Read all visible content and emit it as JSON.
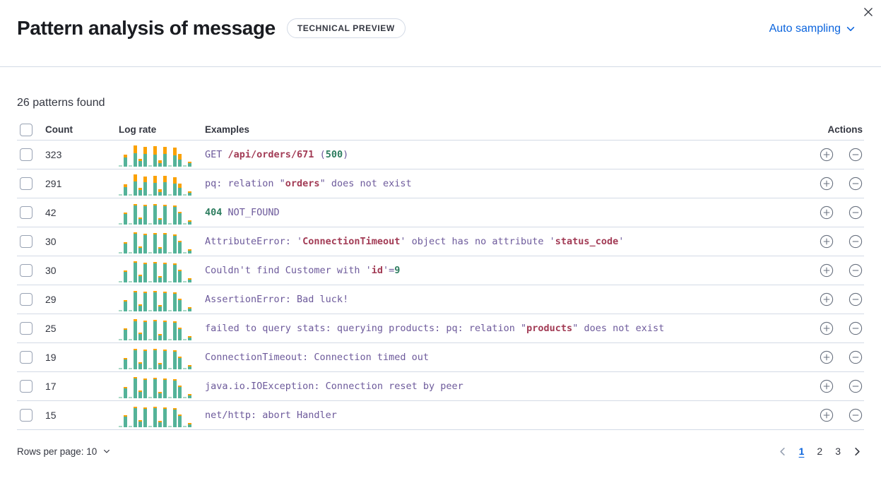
{
  "header": {
    "title": "Pattern analysis of message",
    "badge": "TECHNICAL PREVIEW",
    "sampling_label": "Auto sampling"
  },
  "summary": "26 patterns found",
  "table": {
    "columns": {
      "count": "Count",
      "log_rate": "Log rate",
      "examples": "Examples",
      "actions": "Actions"
    },
    "rows": [
      {
        "count": "323",
        "bars": [
          [
            0.05,
            0
          ],
          [
            0.55,
            0.22
          ],
          [
            0.05,
            0
          ],
          [
            1.0,
            0.38
          ],
          [
            0.36,
            0.3
          ],
          [
            0.93,
            0.36
          ],
          [
            0.06,
            0
          ],
          [
            0.96,
            0.4
          ],
          [
            0.3,
            0.45
          ],
          [
            0.94,
            0.36
          ],
          [
            0.05,
            0
          ],
          [
            0.9,
            0.42
          ],
          [
            0.6,
            0.42
          ],
          [
            0.06,
            0
          ],
          [
            0.22,
            0.35
          ]
        ],
        "example": [
          [
            "GET ",
            "p"
          ],
          [
            "/api/orders/671",
            "r"
          ],
          [
            " (",
            "p"
          ],
          [
            "500",
            "g"
          ],
          [
            ")",
            "p"
          ]
        ]
      },
      {
        "count": "291",
        "bars": [
          [
            0.05,
            0
          ],
          [
            0.52,
            0.25
          ],
          [
            0.05,
            0
          ],
          [
            1.0,
            0.34
          ],
          [
            0.38,
            0.26
          ],
          [
            0.9,
            0.3
          ],
          [
            0.06,
            0
          ],
          [
            0.94,
            0.36
          ],
          [
            0.3,
            0.4
          ],
          [
            0.92,
            0.32
          ],
          [
            0.05,
            0
          ],
          [
            0.88,
            0.36
          ],
          [
            0.58,
            0.38
          ],
          [
            0.06,
            0
          ],
          [
            0.2,
            0.3
          ]
        ],
        "example": [
          [
            "pq: relation \"",
            "p"
          ],
          [
            "orders",
            "r"
          ],
          [
            "\" does not exist",
            "p"
          ]
        ]
      },
      {
        "count": "42",
        "bars": [
          [
            0.06,
            0
          ],
          [
            0.55,
            0.07
          ],
          [
            0.05,
            0
          ],
          [
            0.98,
            0.04
          ],
          [
            0.33,
            0.06
          ],
          [
            0.92,
            0.04
          ],
          [
            0.06,
            0
          ],
          [
            0.95,
            0.05
          ],
          [
            0.3,
            0.08
          ],
          [
            0.93,
            0.04
          ],
          [
            0.05,
            0
          ],
          [
            0.9,
            0.05
          ],
          [
            0.6,
            0.07
          ],
          [
            0.05,
            0
          ],
          [
            0.2,
            0.12
          ]
        ],
        "example": [
          [
            "404",
            "g"
          ],
          [
            " NOT_FOUND",
            "p"
          ]
        ]
      },
      {
        "count": "30",
        "bars": [
          [
            0.05,
            0
          ],
          [
            0.53,
            0.06
          ],
          [
            0.05,
            0
          ],
          [
            1.0,
            0.04
          ],
          [
            0.34,
            0.05
          ],
          [
            0.94,
            0.04
          ],
          [
            0.06,
            0
          ],
          [
            0.97,
            0.04
          ],
          [
            0.31,
            0.07
          ],
          [
            0.95,
            0.04
          ],
          [
            0.05,
            0
          ],
          [
            0.91,
            0.04
          ],
          [
            0.61,
            0.06
          ],
          [
            0.05,
            0
          ],
          [
            0.21,
            0.1
          ]
        ],
        "example": [
          [
            "AttributeError: '",
            "p"
          ],
          [
            "ConnectionTimeout",
            "r"
          ],
          [
            "' object has no attribute '",
            "p"
          ],
          [
            "status_code",
            "r"
          ],
          [
            "'",
            "p"
          ]
        ]
      },
      {
        "count": "30",
        "bars": [
          [
            0.05,
            0
          ],
          [
            0.55,
            0.12
          ],
          [
            0.05,
            0
          ],
          [
            0.99,
            0.06
          ],
          [
            0.35,
            0.06
          ],
          [
            0.92,
            0.05
          ],
          [
            0.06,
            0
          ],
          [
            0.96,
            0.05
          ],
          [
            0.3,
            0.08
          ],
          [
            0.93,
            0.05
          ],
          [
            0.05,
            0
          ],
          [
            0.89,
            0.05
          ],
          [
            0.59,
            0.07
          ],
          [
            0.05,
            0
          ],
          [
            0.2,
            0.1
          ]
        ],
        "example": [
          [
            "Couldn't find Customer with '",
            "p"
          ],
          [
            "id",
            "r"
          ],
          [
            "'=",
            "p"
          ],
          [
            "9",
            "g"
          ]
        ]
      },
      {
        "count": "29",
        "bars": [
          [
            0.05,
            0
          ],
          [
            0.54,
            0.07
          ],
          [
            0.05,
            0
          ],
          [
            0.97,
            0.05
          ],
          [
            0.34,
            0.06
          ],
          [
            0.93,
            0.05
          ],
          [
            0.06,
            0
          ],
          [
            0.95,
            0.06
          ],
          [
            0.31,
            0.07
          ],
          [
            0.94,
            0.05
          ],
          [
            0.05,
            0
          ],
          [
            0.9,
            0.05
          ],
          [
            0.6,
            0.06
          ],
          [
            0.05,
            0
          ],
          [
            0.21,
            0.09
          ]
        ],
        "example": [
          [
            "AssertionError: Bad luck!",
            "p"
          ]
        ]
      },
      {
        "count": "25",
        "bars": [
          [
            0.05,
            0
          ],
          [
            0.55,
            0.08
          ],
          [
            0.05,
            0
          ],
          [
            1.0,
            0.1
          ],
          [
            0.35,
            0.06
          ],
          [
            0.92,
            0.05
          ],
          [
            0.06,
            0
          ],
          [
            0.96,
            0.05
          ],
          [
            0.3,
            0.07
          ],
          [
            0.93,
            0.05
          ],
          [
            0.05,
            0
          ],
          [
            0.9,
            0.05
          ],
          [
            0.61,
            0.06
          ],
          [
            0.05,
            0
          ],
          [
            0.2,
            0.1
          ]
        ],
        "example": [
          [
            "failed to query stats: querying products: pq: relation \"",
            "p"
          ],
          [
            "products",
            "r"
          ],
          [
            "\" does not exist",
            "p"
          ]
        ]
      },
      {
        "count": "19",
        "bars": [
          [
            0.05,
            0
          ],
          [
            0.53,
            0.07
          ],
          [
            0.05,
            0
          ],
          [
            0.98,
            0.05
          ],
          [
            0.34,
            0.06
          ],
          [
            0.93,
            0.05
          ],
          [
            0.06,
            0
          ],
          [
            0.95,
            0.06
          ],
          [
            0.31,
            0.08
          ],
          [
            0.94,
            0.05
          ],
          [
            0.05,
            0
          ],
          [
            0.89,
            0.05
          ],
          [
            0.59,
            0.07
          ],
          [
            0.05,
            0
          ],
          [
            0.21,
            0.11
          ]
        ],
        "example": [
          [
            "ConnectionTimeout: Connection timed out",
            "p"
          ]
        ]
      },
      {
        "count": "17",
        "bars": [
          [
            0.05,
            0
          ],
          [
            0.54,
            0.08
          ],
          [
            0.05,
            0
          ],
          [
            0.99,
            0.06
          ],
          [
            0.35,
            0.06
          ],
          [
            0.92,
            0.05
          ],
          [
            0.06,
            0
          ],
          [
            0.96,
            0.06
          ],
          [
            0.3,
            0.08
          ],
          [
            0.94,
            0.05
          ],
          [
            0.05,
            0
          ],
          [
            0.9,
            0.05
          ],
          [
            0.6,
            0.07
          ],
          [
            0.05,
            0
          ],
          [
            0.2,
            0.1
          ]
        ],
        "example": [
          [
            "java.io.IOException: Connection reset by peer",
            "p"
          ]
        ]
      },
      {
        "count": "15",
        "bars": [
          [
            0.05,
            0
          ],
          [
            0.55,
            0.12
          ],
          [
            0.05,
            0
          ],
          [
            0.97,
            0.05
          ],
          [
            0.34,
            0.06
          ],
          [
            0.93,
            0.05
          ],
          [
            0.06,
            0
          ],
          [
            0.95,
            0.06
          ],
          [
            0.31,
            0.07
          ],
          [
            0.93,
            0.05
          ],
          [
            0.05,
            0
          ],
          [
            0.89,
            0.05
          ],
          [
            0.6,
            0.06
          ],
          [
            0.05,
            0
          ],
          [
            0.21,
            0.1
          ]
        ],
        "example": [
          [
            "net/http: abort Handler",
            "p"
          ]
        ]
      }
    ]
  },
  "footer": {
    "rows_per_page_label": "Rows per page: 10",
    "pages": [
      "1",
      "2",
      "3"
    ],
    "active_page": "1"
  },
  "colors": {
    "accent_blue": "#0b64dd",
    "bar_teal": "#54b399",
    "bar_teal_pale": "#a9d9c6",
    "bar_orange": "#fba100",
    "code_purple": "#6d5a9b",
    "code_red": "#a23b55",
    "code_green": "#2d7d5f",
    "divider": "#d3dae6",
    "icon_gray": "#6a7280"
  },
  "chart_data": {
    "type": "bar",
    "note": "per-row stacked sparklines; values are [relative_height, orange_fraction] per bucket, see table.rows[].bars"
  }
}
